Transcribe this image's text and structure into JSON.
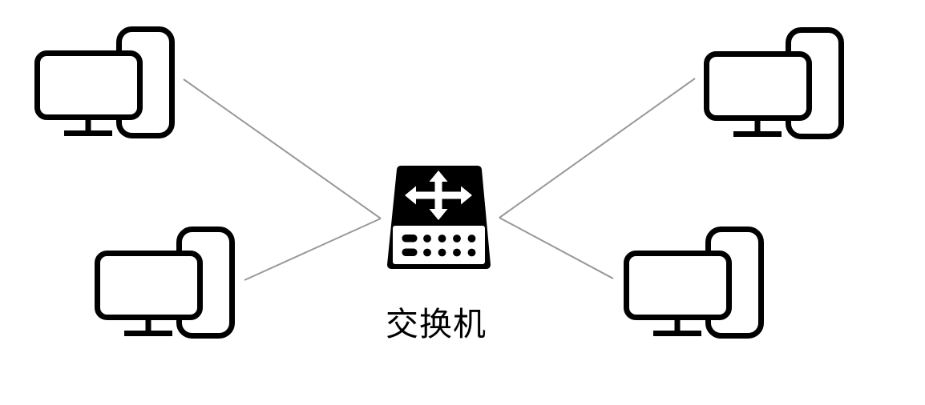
{
  "diagram": {
    "type": "star-network-topology",
    "background": "#ffffff",
    "switch": {
      "id": "switch",
      "label": "交换机",
      "icon": "network-switch-icon"
    },
    "computers": [
      {
        "id": "computer-top-left",
        "icon": "desktop-computer-icon",
        "position": "top-left"
      },
      {
        "id": "computer-bottom-left",
        "icon": "desktop-computer-icon",
        "position": "bottom-left"
      },
      {
        "id": "computer-top-right",
        "icon": "desktop-computer-icon",
        "position": "top-right"
      },
      {
        "id": "computer-bottom-right",
        "icon": "desktop-computer-icon",
        "position": "bottom-right"
      }
    ],
    "connections": [
      {
        "from": "computer-top-left",
        "to": "switch"
      },
      {
        "from": "computer-bottom-left",
        "to": "switch"
      },
      {
        "from": "computer-top-right",
        "to": "switch"
      },
      {
        "from": "computer-bottom-right",
        "to": "switch"
      }
    ],
    "colors": {
      "connection_line": "#999999",
      "icon_outline": "#000000",
      "switch_fill": "#000000",
      "label_text": "#000000"
    }
  }
}
